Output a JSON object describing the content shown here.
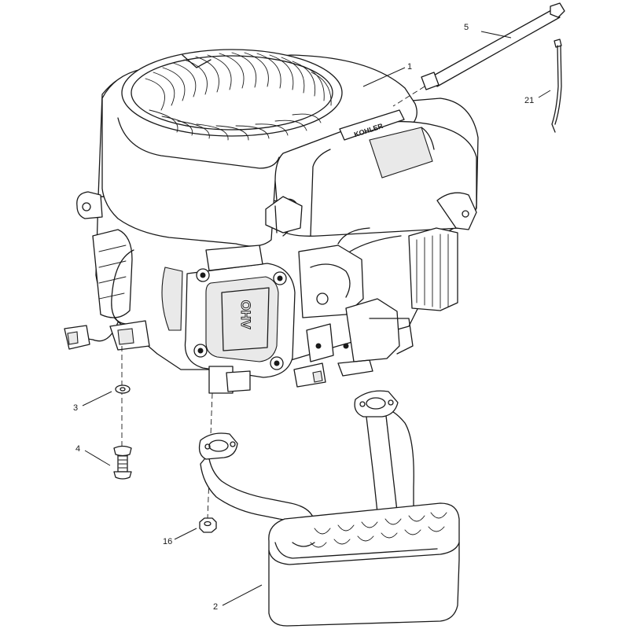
{
  "labels": {
    "engine_brand": "KOHLER",
    "valve_cover_text": "OHV"
  },
  "callouts": [
    {
      "id": "1",
      "part": "engine"
    },
    {
      "id": "2",
      "part": "muffler"
    },
    {
      "id": "3",
      "part": "washer"
    },
    {
      "id": "4",
      "part": "bolt"
    },
    {
      "id": "5",
      "part": "dipstick-tube"
    },
    {
      "id": "16",
      "part": "nut"
    },
    {
      "id": "21",
      "part": "cable-tie"
    }
  ]
}
